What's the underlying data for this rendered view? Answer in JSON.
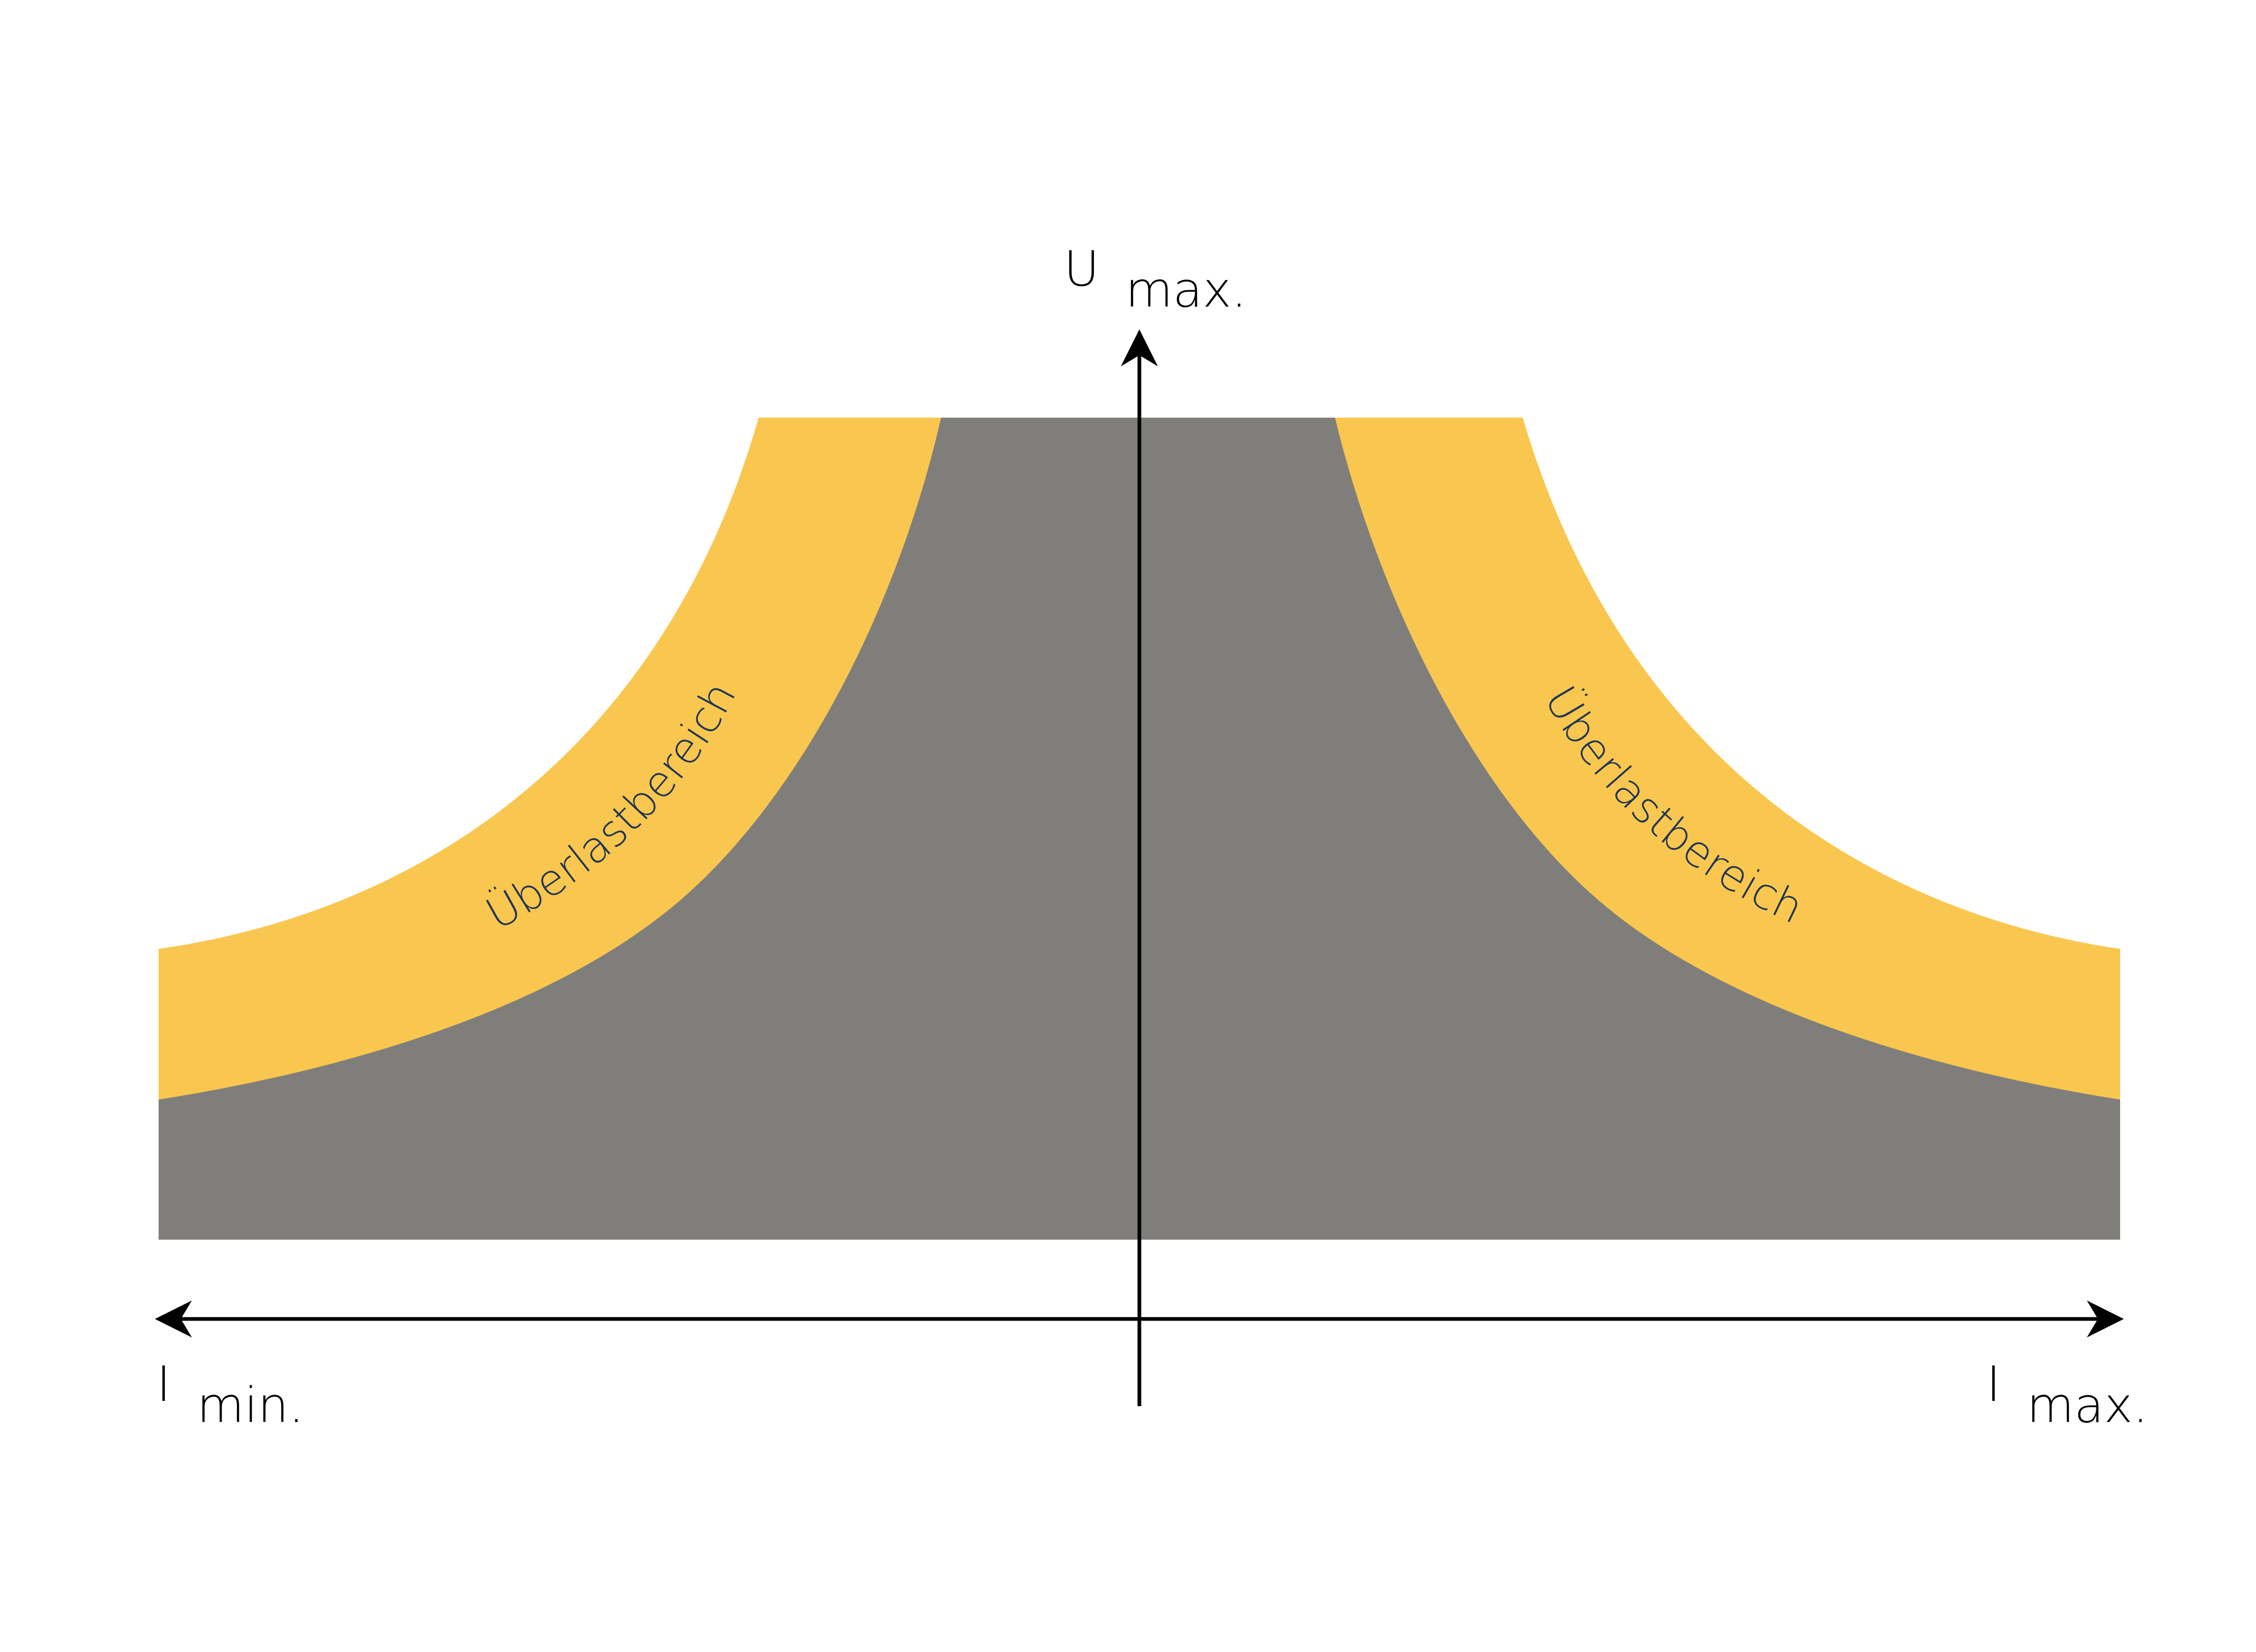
{
  "diagram": {
    "axis_labels": {
      "u_max_main": "U",
      "u_max_sub": "max.",
      "i_min_main": "I",
      "i_min_sub": "min.",
      "i_max_main": "I",
      "i_max_sub": "max."
    },
    "regions": {
      "overload_left": "Überlastbereich",
      "overload_right": "Überlastbereich"
    },
    "colors": {
      "safe_area": "#807e7b",
      "overload_area": "#f9c74f",
      "axis": "#000000",
      "overload_text": "#1f3554",
      "axis_text": "#000000"
    }
  }
}
